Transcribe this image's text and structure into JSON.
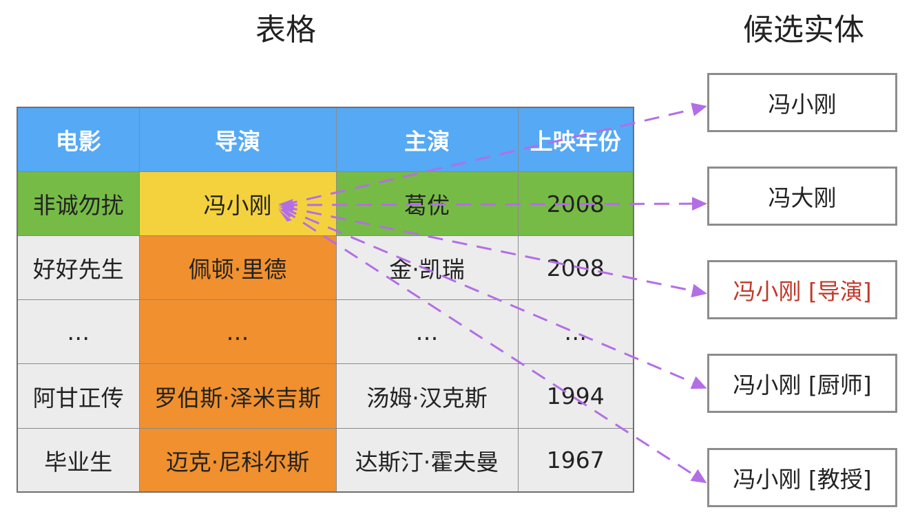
{
  "titles": {
    "table": "表格",
    "candidates": "候选实体"
  },
  "table": {
    "headers": [
      "电影",
      "导演",
      "主演",
      "上映年份"
    ],
    "rows": [
      [
        "非诚勿扰",
        "冯小刚",
        "葛优",
        "2008"
      ],
      [
        "好好先生",
        "佩顿·里德",
        "金·凯瑞",
        "2008"
      ],
      [
        "…",
        "…",
        "…",
        "…"
      ],
      [
        "阿甘正传",
        "罗伯斯·泽米吉斯",
        "汤姆·汉克斯",
        "1994"
      ],
      [
        "毕业生",
        "迈克·尼科尔斯",
        "达斯汀·霍夫曼",
        "1967"
      ]
    ]
  },
  "candidates": [
    {
      "label": "冯小刚"
    },
    {
      "label": "冯大刚"
    },
    {
      "label": "冯小刚 [导演]",
      "correct": true
    },
    {
      "label": "冯小刚 [厨师]"
    },
    {
      "label": "冯小刚 [教授]"
    }
  ],
  "colors": {
    "header": "#55a9f5",
    "first_row": "#76bb46",
    "mention_cell": "#f4d23e",
    "director_column": "#f0902f",
    "body": "#ececec",
    "link": "#b36ee6",
    "correct_candidate": "#c0392b"
  }
}
